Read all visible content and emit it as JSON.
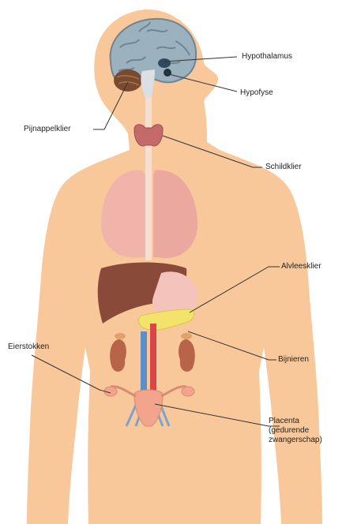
{
  "labels": {
    "hypothalamus": "Hypothalamus",
    "hypofyse": "Hypofyse",
    "pijnappelklier": "Pijnappelklier",
    "schildklier": "Schildklier",
    "alvleesklier": "Alvleesklier",
    "eierstokken": "Eierstokken",
    "bijnieren": "Bijnieren",
    "placenta_line1": "Placenta",
    "placenta_line2": "(gedurende",
    "placenta_line3": "zwangerschap)"
  },
  "colors": {
    "skin": "#f8c89a",
    "brain": "#9bb1be",
    "pineal": "#7a4a2e",
    "thyroid": "#c46a6a",
    "lung": "#f0b4aa",
    "liver": "#8a4a3a",
    "pancreas": "#f3e36a",
    "kidney": "#b86448",
    "uterus": "#f2a58c",
    "artery": "#d8454a",
    "vein": "#5b8fc9",
    "leader": "#333333"
  }
}
